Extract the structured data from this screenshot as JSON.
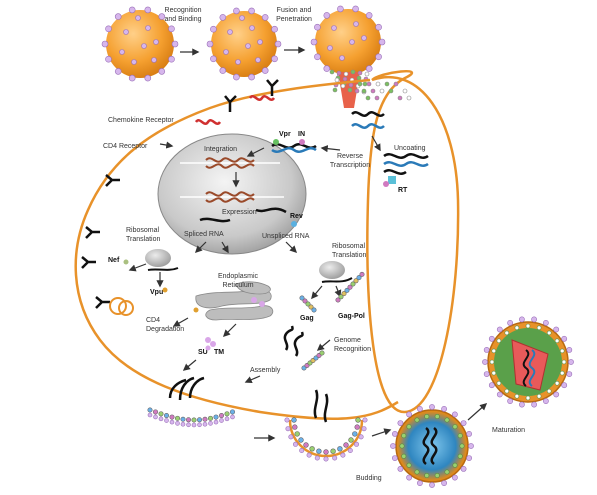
{
  "labels": {
    "recognition_binding": [
      "Recognition",
      "and Binding"
    ],
    "fusion_penetration": [
      "Fusion and",
      "Penetration"
    ],
    "chemokine_receptor": "Chemokine Receptor",
    "cd4_receptor": "CD4 Receptor",
    "integration": "Integration",
    "vpr": "Vpr",
    "in": "IN",
    "uncoating": "Uncoating",
    "reverse_transcription": [
      "Reverse",
      "Transcription"
    ],
    "rt": "RT",
    "expression": "Expression",
    "rev": "Rev",
    "spliced_rna": "Spliced RNA",
    "unspliced_rna": "Unspliced RNA",
    "ribosomal_translation_left": [
      "Ribosomal",
      "Translation"
    ],
    "ribosomal_translation_right": [
      "Ribosomal",
      "Translation"
    ],
    "nef": "Nef",
    "vpu": "Vpu",
    "endoplasmic_reticulum": [
      "Endoplasmic",
      "Reticulum"
    ],
    "gag": "Gag",
    "gag_pol": "Gag-Pol",
    "cd4_degradation": [
      "CD4",
      "Degradation"
    ],
    "su": "SU",
    "tm": "TM",
    "genome_recognition": [
      "Genome",
      "Recognition"
    ],
    "assembly": "Assembly",
    "budding": "Budding",
    "maturation": "Maturation"
  },
  "colors": {
    "virion_orange": "#f5a030",
    "virion_dark": "#e08010",
    "membrane": "#e8922a",
    "nucleus_gray": "#c8c8c8",
    "spike_purple": "#c6a6e0",
    "rna_black": "#111111",
    "dna_brown": "#9a4a2a",
    "mature_green": "#5aa04a",
    "mature_red": "#e85a5a"
  }
}
